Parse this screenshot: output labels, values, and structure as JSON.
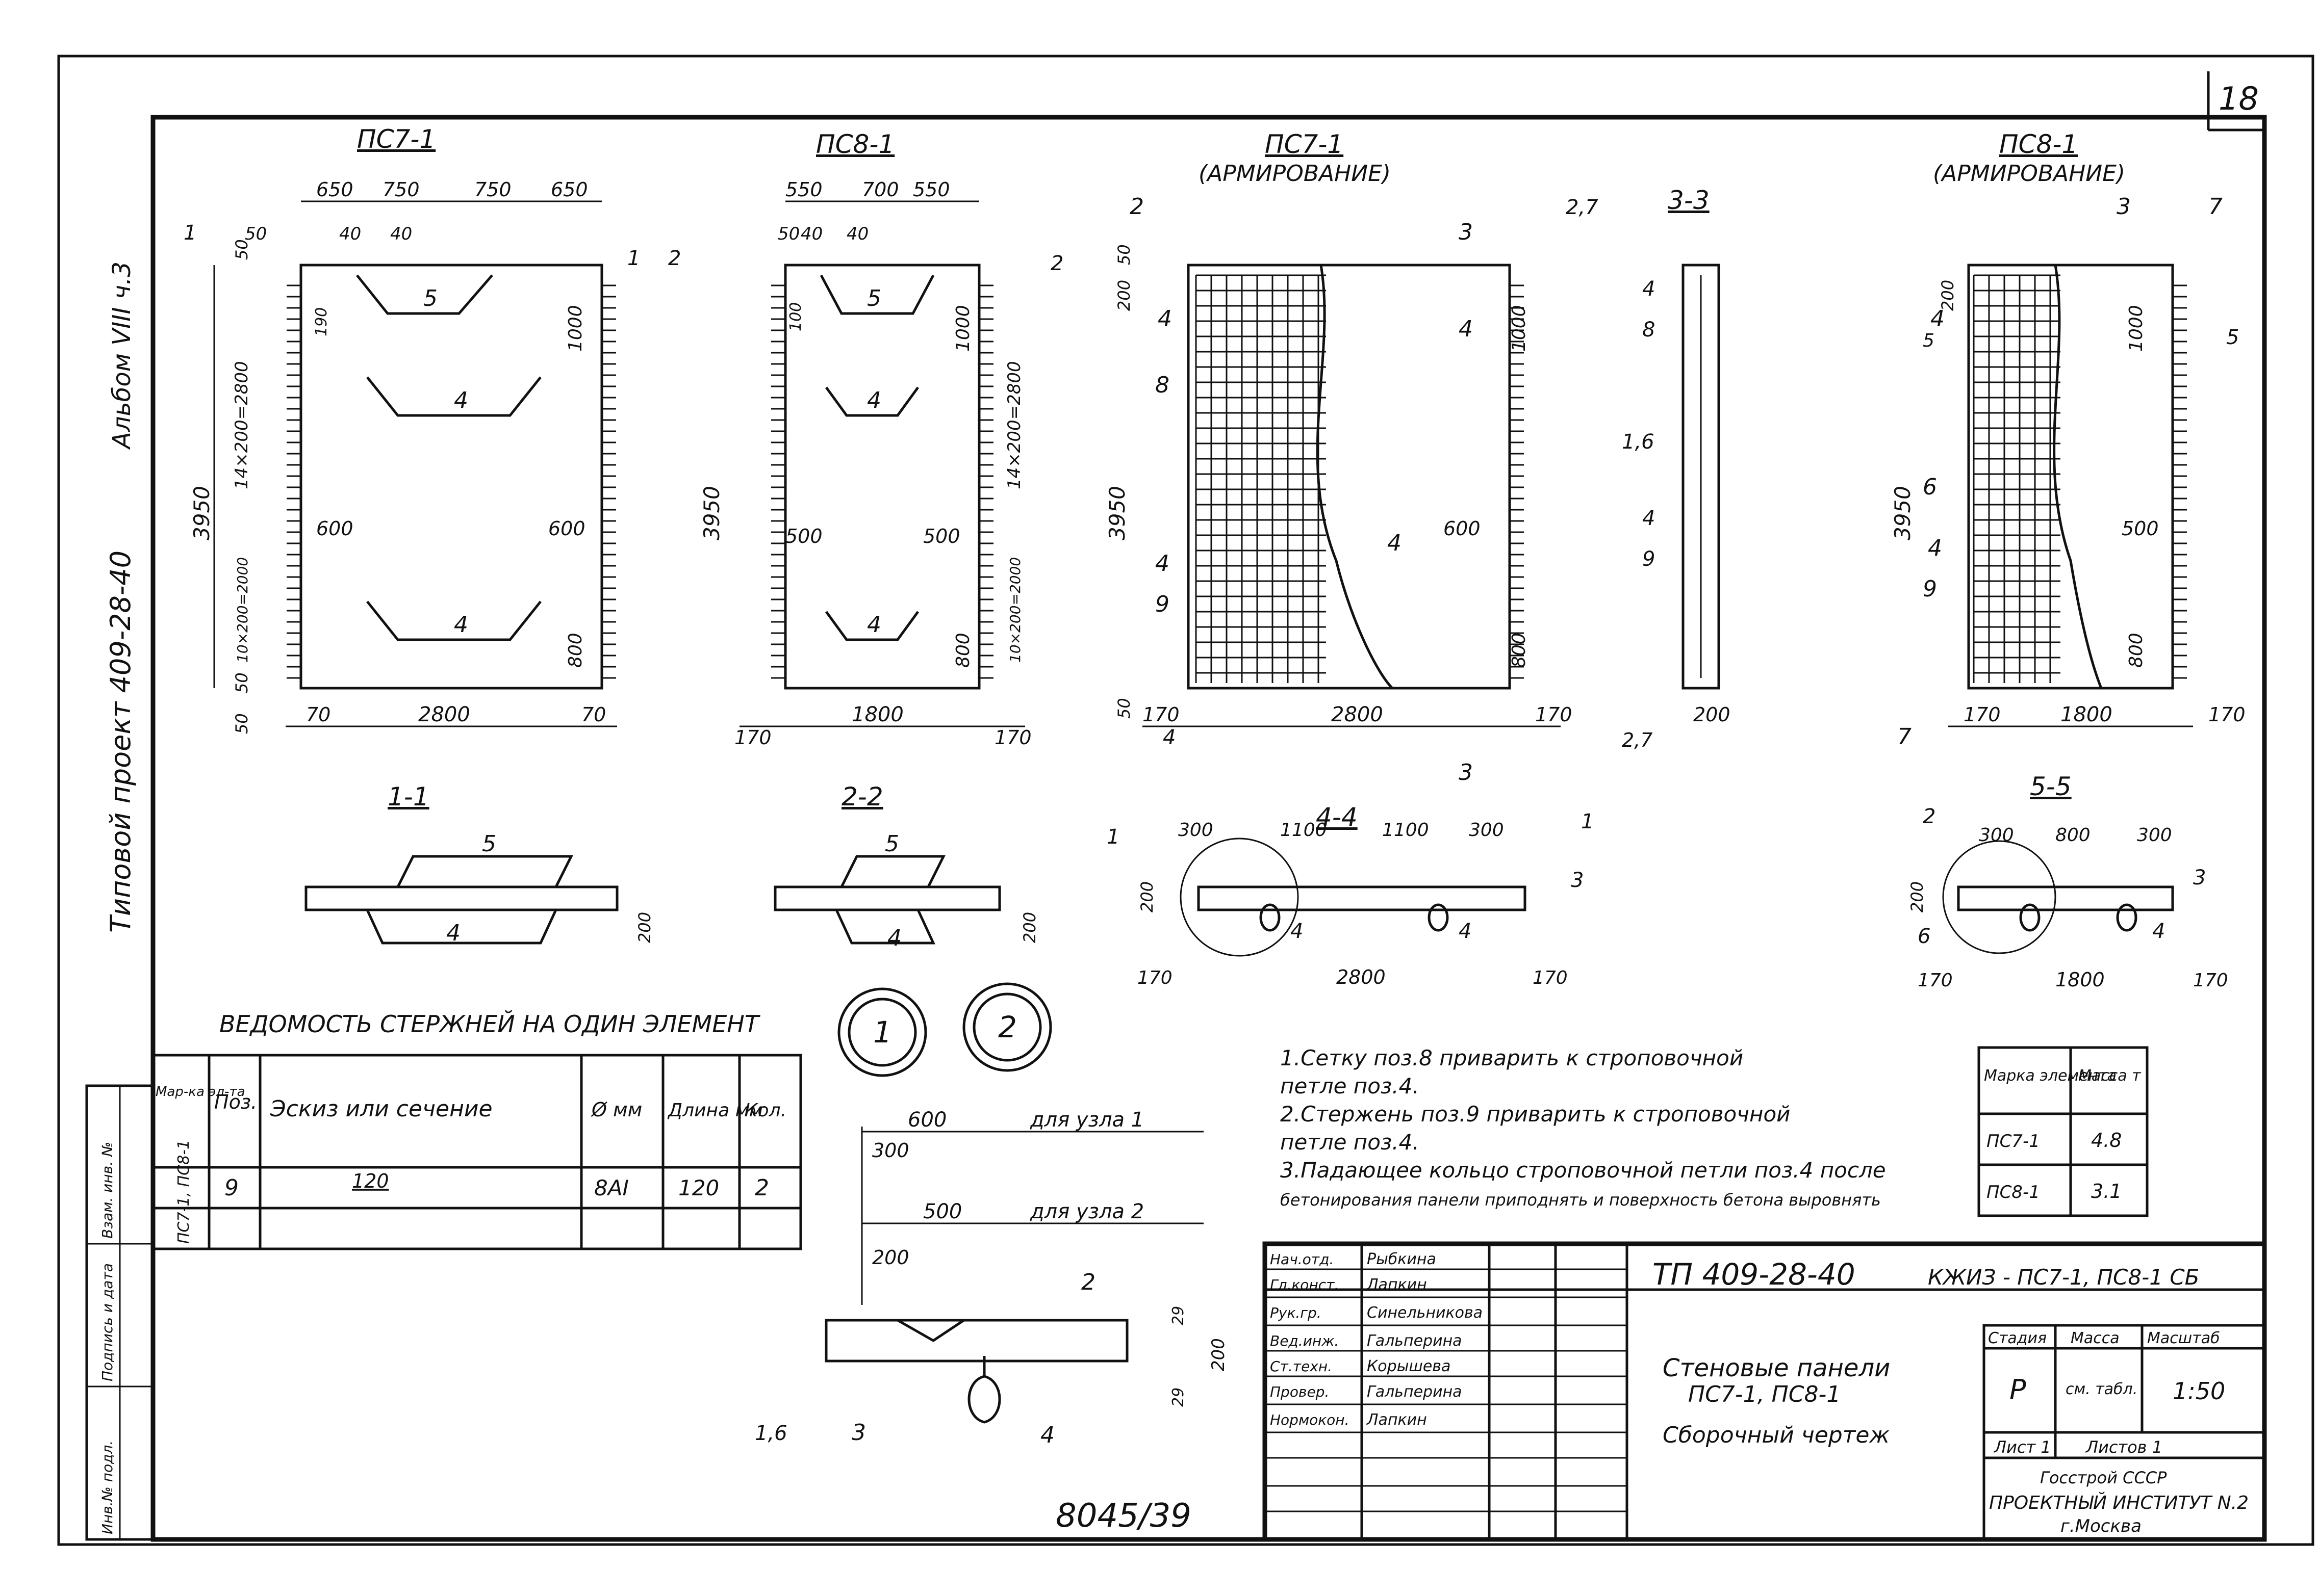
{
  "sheet_number": "18",
  "left_margin": {
    "album": "Альбом VIII ч.3",
    "project": "Типовой проект 409-28-40",
    "stamp_cells": [
      "Инв.№ подл.",
      "Подпись и дата",
      "Взам. инв. №"
    ]
  },
  "views": {
    "pc71": {
      "title": "ПС7-1",
      "dims_top": [
        "650",
        "750",
        "750",
        "650"
      ],
      "dims_top2": [
        "50",
        "40",
        "40"
      ],
      "pos5": "5",
      "pos4a": "4",
      "pos4b": "4",
      "dim_side_left": "3950",
      "dim_side_mid": "14×200=2800",
      "dim_side_mid2": "10×200=2000",
      "dim_side_right1": "1000",
      "dim_side_right2": "800",
      "dim_side_small": "190",
      "dim_600a": "600",
      "dim_600b": "600",
      "dims_bottom": [
        "70",
        "2800",
        "70"
      ],
      "dims_left": [
        "50",
        "50",
        "50"
      ],
      "section_marks": [
        "1",
        "1"
      ]
    },
    "pc81": {
      "title": "ПС8-1",
      "dims_top": [
        "550",
        "700",
        "550"
      ],
      "dims_top2": [
        "50",
        "40",
        "40"
      ],
      "pos5": "5",
      "pos4a": "4",
      "pos4b": "4",
      "dim_side_left": "3950",
      "dim_side_mid": "14×200=2800",
      "dim_side_mid2": "10×200=2000",
      "dim_side_right1": "1000",
      "dim_side_right2": "800",
      "dim_side_small": "100",
      "dim_500a": "500",
      "dim_500b": "500",
      "dims_bottom": [
        "170",
        "1800",
        "170"
      ],
      "section_marks": [
        "2",
        "2"
      ]
    },
    "pc71a": {
      "title": "ПС7-1",
      "subtitle": "(АРМИРОВАНИЕ)",
      "labels": [
        "2",
        "4",
        "8",
        "4",
        "9",
        "4",
        "2,7",
        "4",
        "4",
        "3",
        "3"
      ],
      "dim_side_left": "3950",
      "dim_top_small": "50",
      "dim_top_small2": "200",
      "dim_right": "1000",
      "dim_right2": "800",
      "dim_600": "600",
      "dims_bottom": [
        "170",
        "2800",
        "170"
      ],
      "dims_bottom_left": [
        "50",
        "2"
      ]
    },
    "sec33": {
      "title": "3-3",
      "labels": [
        "4",
        "8",
        "1,6",
        "4",
        "9"
      ],
      "dims_bottom": [
        "2,7",
        "200"
      ]
    },
    "pc81a": {
      "title": "ПС8-1",
      "subtitle": "(АРМИРОВАНИЕ)",
      "labels": [
        "3",
        "7",
        "4",
        "5",
        "6",
        "4",
        "9",
        "7",
        "5"
      ],
      "dim_side_left": "3950",
      "dim_top": "200",
      "dim_right": "1000",
      "dim_right2": "800",
      "dim_500": "500",
      "dims_bottom": [
        "170",
        "1800",
        "170"
      ]
    }
  },
  "sections": {
    "s11": {
      "title": "1-1",
      "pos_top": "5",
      "pos_bot": "4",
      "dim": "200"
    },
    "s22": {
      "title": "2-2",
      "pos_top": "5",
      "pos_bot": "4",
      "dim": "200"
    },
    "s44": {
      "title": "4-4",
      "dims_top": [
        "300",
        "1100",
        "1100",
        "300"
      ],
      "dims_bottom": [
        "170",
        "2800",
        "170"
      ],
      "dim_h": "200",
      "labels": [
        "1",
        "1",
        "3",
        "4",
        "4"
      ]
    },
    "s55": {
      "title": "5-5",
      "dims_top": [
        "300",
        "800",
        "300"
      ],
      "dims_bottom": [
        "170",
        "1800",
        "170"
      ],
      "dim_h": "200",
      "labels": [
        "2",
        "3",
        "6",
        "4"
      ]
    }
  },
  "nodes": {
    "node1": "1",
    "node2": "2",
    "detail": {
      "dim_600": "600",
      "label_uzel1": "для узла 1",
      "dim_300": "300",
      "dim_500": "500",
      "label_uzel2": "для узла 2",
      "dim_200": "200",
      "labels": [
        "2",
        "1,6",
        "3",
        "4"
      ],
      "dims_right": [
        "29",
        "200",
        "29"
      ]
    }
  },
  "bar_schedule": {
    "title": "ВЕДОМОСТЬ СТЕРЖНЕЙ НА ОДИН ЭЛЕМЕНТ",
    "headers": [
      "Мар-ка эл-та",
      "Поз.",
      "Эскиз или сечение",
      "Ø мм",
      "Длина мм",
      "Кол."
    ],
    "rows": [
      {
        "mark": "ПС7-1, ПС8-1",
        "pos": "9",
        "sketch": "120",
        "dia": "8AI",
        "length": "120",
        "qty": "2"
      }
    ]
  },
  "notes": [
    "1.Сетку поз.8 приварить к строповочной",
    "петле поз.4.",
    "2.Стержень поз.9 приварить к строповочной",
    "петле поз.4.",
    "3.Падающее кольцо строповочной петли поз.4 после",
    "бетонирования панели приподнять и поверхность бетона выровнять"
  ],
  "mass_table": {
    "headers": [
      "Марка элемента",
      "Масса т"
    ],
    "rows": [
      [
        "ПС7-1",
        "4.8"
      ],
      [
        "ПС8-1",
        "3.1"
      ]
    ]
  },
  "title_block": {
    "signatories": [
      [
        "Нач.отд.",
        "Рыбкина"
      ],
      [
        "Гл.конст.",
        "Лапкин"
      ],
      [
        "Рук.гр.",
        "Синельникова"
      ],
      [
        "Вед.инж.",
        "Гальперина"
      ],
      [
        "Ст.техн.",
        "Корышева"
      ],
      [
        "Провер.",
        "Гальперина"
      ],
      [
        "Нормокон.",
        "Лапкин"
      ]
    ],
    "code": "ТП 409-28-40",
    "doc_mark": "КЖИЗ - ПС7-1, ПС8-1 СБ",
    "name1": "Стеновые панели",
    "name2": "ПС7-1, ПС8-1",
    "name3": "Сборочный чертеж",
    "stage_h": "Стадия",
    "mass_h": "Масса",
    "scale_h": "Масштаб",
    "stage": "Р",
    "mass": "см. табл.",
    "scale": "1:50",
    "sheet": "Лист 1",
    "sheets": "Листов 1",
    "org1": "Госстрой СССР",
    "org2": "ПРОЕКТНЫЙ ИНСТИТУТ N.2",
    "org3": "г.Москва"
  },
  "inventory": "8045/39"
}
